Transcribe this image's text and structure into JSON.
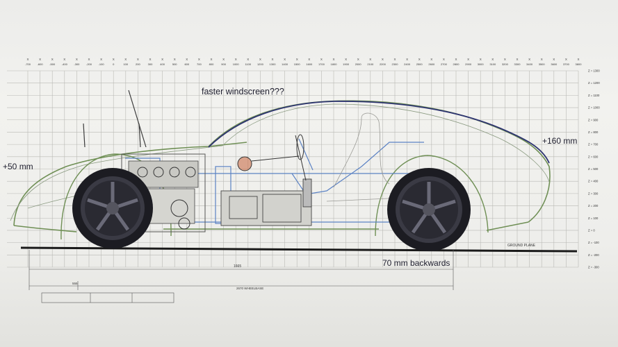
{
  "annotations": {
    "windscreen": "faster windscreen???",
    "front_raise": "+50 mm",
    "rear_raise": "+160 mm",
    "wheelbase_shift": "70 mm backwards"
  },
  "labels": {
    "ground_plane": "GROUND PLANE",
    "wheelbase_dim": "1665",
    "lower_dim": "2670 WHEELBASE",
    "front_dim": "555"
  },
  "x_ticks": [
    "-700",
    "-600",
    "-500",
    "-400",
    "-300",
    "-200",
    "-100",
    "0",
    "100",
    "200",
    "300",
    "400",
    "500",
    "600",
    "700",
    "800",
    "900",
    "1000",
    "1100",
    "1200",
    "1300",
    "1400",
    "1500",
    "1600",
    "1700",
    "1800",
    "1900",
    "2000",
    "2100",
    "2200",
    "2300",
    "2400",
    "2500",
    "2600",
    "2700",
    "2800",
    "2900",
    "3000",
    "3100",
    "3200",
    "3300",
    "3400",
    "3500",
    "3600",
    "3700",
    "3800"
  ],
  "z_ticks": [
    "Z = 1300",
    "Z = 1200",
    "Z = 1100",
    "Z = 1000",
    "Z = 900",
    "Z = 800",
    "Z = 700",
    "Z = 600",
    "Z = 500",
    "Z = 400",
    "Z = 300",
    "Z = 200",
    "Z = 100",
    "Z = 0",
    "Z = -100",
    "Z = -200",
    "Z = -300"
  ],
  "colors": {
    "grid": "#b9b9b4",
    "body_outline": "#6f8f55",
    "roof_line": "#2d3470",
    "blue_structure": "#5b82c4",
    "ground": "#1a1a1a"
  }
}
